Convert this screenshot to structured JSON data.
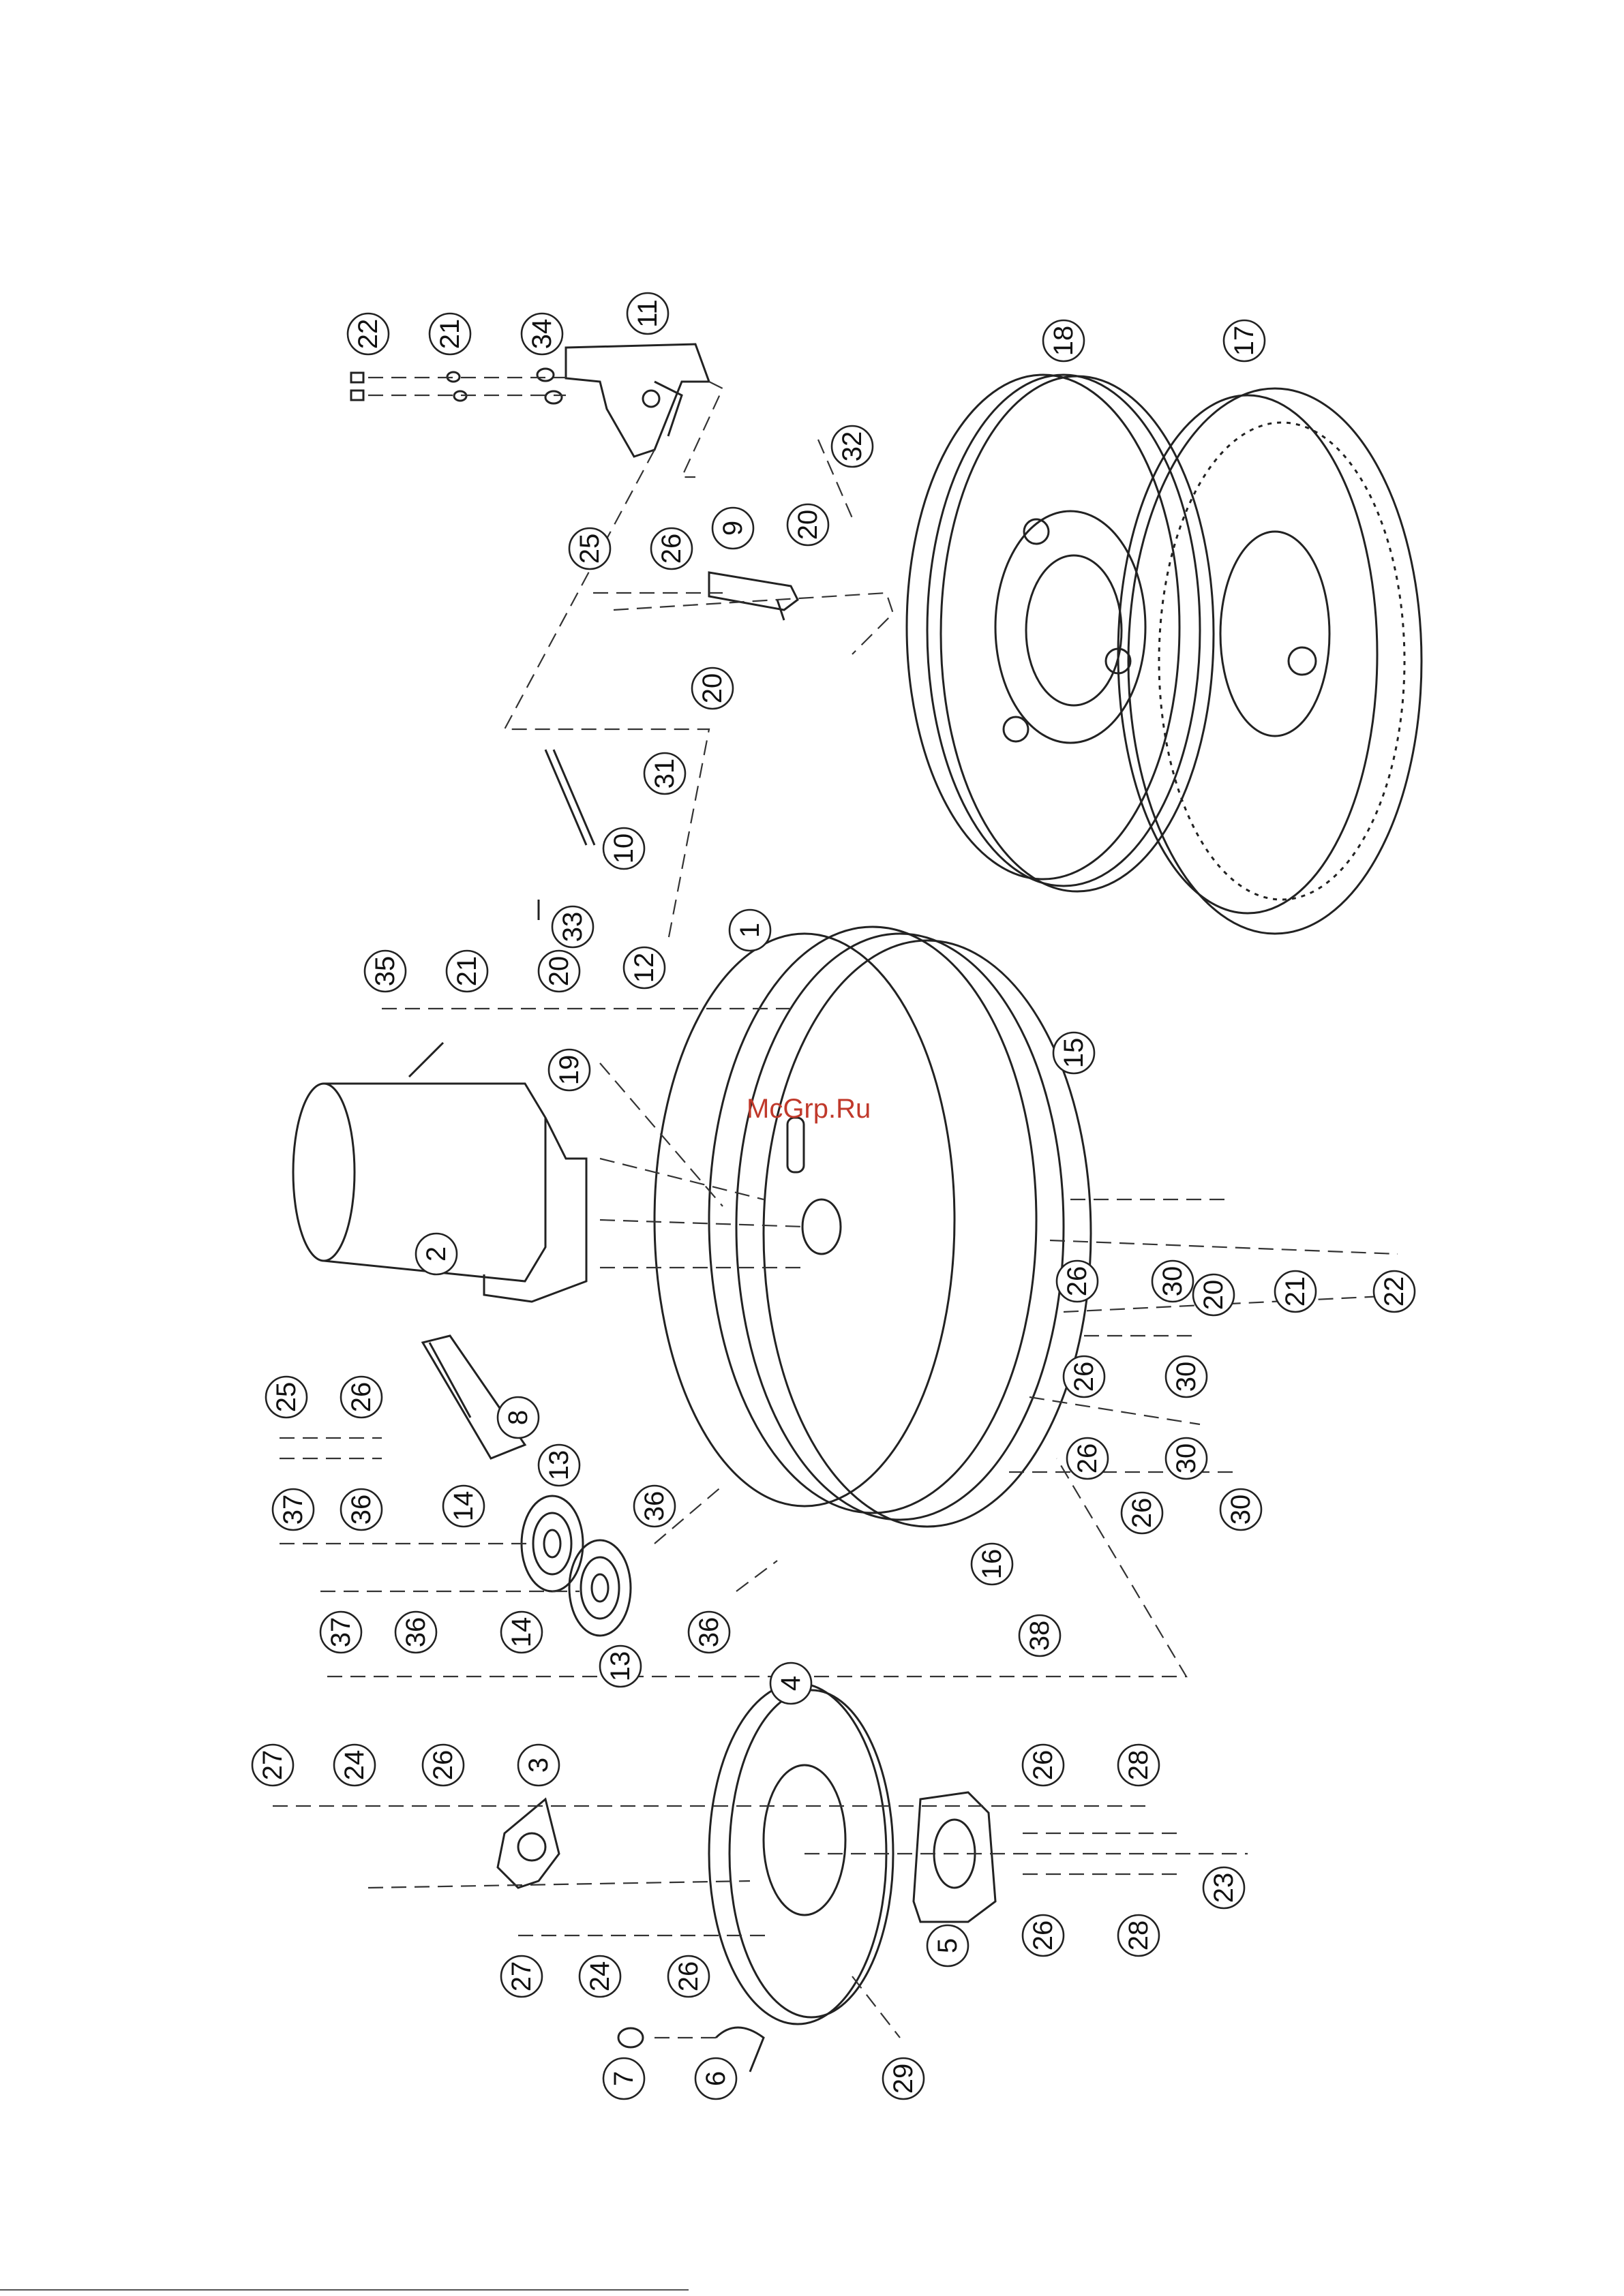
{
  "watermark": "McGrp.Ru",
  "callouts": [
    {
      "id": "22",
      "label": "22"
    },
    {
      "id": "21",
      "label": "21"
    },
    {
      "id": "34",
      "label": "34"
    },
    {
      "id": "11",
      "label": "11"
    },
    {
      "id": "18",
      "label": "18"
    },
    {
      "id": "17",
      "label": "17"
    },
    {
      "id": "32",
      "label": "32"
    },
    {
      "id": "20",
      "label": "20"
    },
    {
      "id": "9",
      "label": "9"
    },
    {
      "id": "25",
      "label": "25"
    },
    {
      "id": "26",
      "label": "26"
    },
    {
      "id": "20b",
      "label": "20"
    },
    {
      "id": "31",
      "label": "31"
    },
    {
      "id": "10",
      "label": "10"
    },
    {
      "id": "33",
      "label": "33"
    },
    {
      "id": "1",
      "label": "1"
    },
    {
      "id": "35",
      "label": "35"
    },
    {
      "id": "21b",
      "label": "21"
    },
    {
      "id": "20c",
      "label": "20"
    },
    {
      "id": "12",
      "label": "12"
    },
    {
      "id": "19",
      "label": "19"
    },
    {
      "id": "15",
      "label": "15"
    },
    {
      "id": "2",
      "label": "2"
    },
    {
      "id": "26b",
      "label": "26"
    },
    {
      "id": "30",
      "label": "30"
    },
    {
      "id": "20d",
      "label": "20"
    },
    {
      "id": "21c",
      "label": "21"
    },
    {
      "id": "22b",
      "label": "22"
    },
    {
      "id": "26c",
      "label": "26"
    },
    {
      "id": "30b",
      "label": "30"
    },
    {
      "id": "25b",
      "label": "25"
    },
    {
      "id": "26d",
      "label": "26"
    },
    {
      "id": "8",
      "label": "8"
    },
    {
      "id": "26e",
      "label": "26"
    },
    {
      "id": "30c",
      "label": "30"
    },
    {
      "id": "13",
      "label": "13"
    },
    {
      "id": "26f",
      "label": "26"
    },
    {
      "id": "30d",
      "label": "30"
    },
    {
      "id": "37",
      "label": "37"
    },
    {
      "id": "36",
      "label": "36"
    },
    {
      "id": "14",
      "label": "14"
    },
    {
      "id": "36b",
      "label": "36"
    },
    {
      "id": "16",
      "label": "16"
    },
    {
      "id": "37b",
      "label": "37"
    },
    {
      "id": "36c",
      "label": "36"
    },
    {
      "id": "14b",
      "label": "14"
    },
    {
      "id": "13b",
      "label": "13"
    },
    {
      "id": "36d",
      "label": "36"
    },
    {
      "id": "38",
      "label": "38"
    },
    {
      "id": "4",
      "label": "4"
    },
    {
      "id": "27",
      "label": "27"
    },
    {
      "id": "24",
      "label": "24"
    },
    {
      "id": "26g",
      "label": "26"
    },
    {
      "id": "3",
      "label": "3"
    },
    {
      "id": "26h",
      "label": "26"
    },
    {
      "id": "28",
      "label": "28"
    },
    {
      "id": "23",
      "label": "23"
    },
    {
      "id": "27b",
      "label": "27"
    },
    {
      "id": "24b",
      "label": "24"
    },
    {
      "id": "26i",
      "label": "26"
    },
    {
      "id": "5",
      "label": "5"
    },
    {
      "id": "26j",
      "label": "26"
    },
    {
      "id": "28b",
      "label": "28"
    },
    {
      "id": "7",
      "label": "7"
    },
    {
      "id": "6",
      "label": "6"
    },
    {
      "id": "29",
      "label": "29"
    }
  ]
}
